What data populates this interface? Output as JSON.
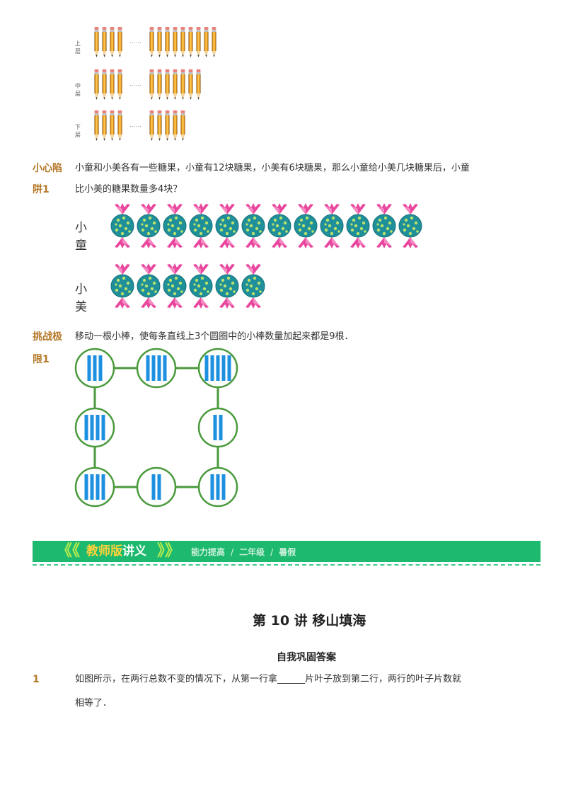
{
  "pencil_rows": [
    {
      "label": "上层",
      "left_count": 4,
      "right_count": 9,
      "dots": "……"
    },
    {
      "label": "中层",
      "left_count": 4,
      "right_count": 7,
      "dots": "……"
    },
    {
      "label": "下层",
      "left_count": 4,
      "right_count": 5,
      "dots": "……"
    }
  ],
  "trap": {
    "tag_line1": "小心陷",
    "tag_line2": "阱1",
    "text_line1": "小童和小美各有一些糖果，小童有12块糖果，小美有6块糖果，那么小童给小美几块糖果后，小童",
    "text_line2": "比小美的糖果数量多4块？",
    "rows": [
      {
        "label": "小童",
        "count": 12
      },
      {
        "label": "小美",
        "count": 6
      }
    ]
  },
  "challenge": {
    "tag_line1": "挑战极",
    "tag_line2": "限1",
    "text": "移动一根小棒，使每条直线上3个圆圈中的小棒数量加起来都是9根．",
    "circles": [
      {
        "id": "top-left",
        "sticks": 3
      },
      {
        "id": "top-middle",
        "sticks": 4
      },
      {
        "id": "top-right",
        "sticks": 5
      },
      {
        "id": "middle-left",
        "sticks": 4
      },
      {
        "id": "middle-right",
        "sticks": 2
      },
      {
        "id": "bottom-left",
        "sticks": 4
      },
      {
        "id": "bottom-middle",
        "sticks": 2
      },
      {
        "id": "bottom-right",
        "sticks": 3
      }
    ]
  },
  "banner": {
    "title_part1": "教师版",
    "title_part2": "讲义",
    "crumb1": "能力提高",
    "crumb2": "二年级",
    "crumb3": "暑假",
    "separator": "/"
  },
  "lesson": {
    "title": "第 10 讲  移山填海",
    "subtitle": "自我巩固答案"
  },
  "question1": {
    "number": "1",
    "line1": "如图所示，在两行总数不变的情况下，从第一行拿______片叶子放到第二行，两行的叶子片数就",
    "line2": "相等了．"
  },
  "colors": {
    "tag": "#b5792a",
    "banner": "#1cb96e",
    "stick": "#1e90e0",
    "circle_line": "#4a9a3c"
  }
}
